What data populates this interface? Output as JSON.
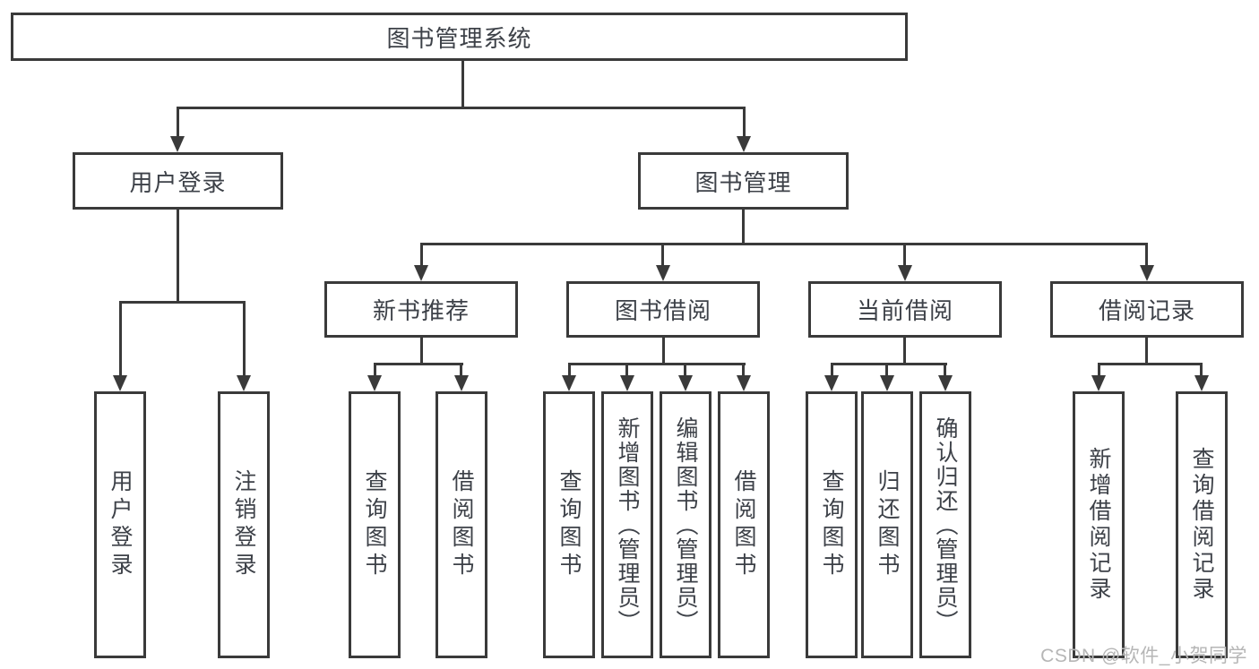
{
  "diagram": {
    "root": {
      "label": "图书管理系统"
    },
    "level2": [
      {
        "id": "user-login",
        "label": "用户登录"
      },
      {
        "id": "book-management",
        "label": "图书管理"
      }
    ],
    "level3": [
      {
        "id": "new-book-recommend",
        "label": "新书推荐",
        "parent": "book-management"
      },
      {
        "id": "book-borrow",
        "label": "图书借阅",
        "parent": "book-management"
      },
      {
        "id": "current-borrow",
        "label": "当前借阅",
        "parent": "book-management"
      },
      {
        "id": "borrow-records",
        "label": "借阅记录",
        "parent": "book-management"
      }
    ],
    "leaves": [
      {
        "id": "leaf-user-login",
        "label": "用户登录",
        "parent": "user-login"
      },
      {
        "id": "leaf-logout",
        "label": "注销登录",
        "parent": "user-login"
      },
      {
        "id": "leaf-query-book-1",
        "label": "查询图书",
        "parent": "new-book-recommend"
      },
      {
        "id": "leaf-borrow-book-1",
        "label": "借阅图书",
        "parent": "new-book-recommend"
      },
      {
        "id": "leaf-query-book-2",
        "label": "查询图书",
        "parent": "book-borrow"
      },
      {
        "id": "leaf-add-book-admin",
        "label": "新增图书（管理员）",
        "parent": "book-borrow"
      },
      {
        "id": "leaf-edit-book-admin",
        "label": "编辑图书（管理员）",
        "parent": "book-borrow"
      },
      {
        "id": "leaf-borrow-book-2",
        "label": "借阅图书",
        "parent": "book-borrow"
      },
      {
        "id": "leaf-query-book-3",
        "label": "查询图书",
        "parent": "current-borrow"
      },
      {
        "id": "leaf-return-book",
        "label": "归还图书",
        "parent": "current-borrow"
      },
      {
        "id": "leaf-confirm-return-admin",
        "label": "确认归还（管理员）",
        "parent": "current-borrow"
      },
      {
        "id": "leaf-add-borrow-record",
        "label": "新增借阅记录",
        "parent": "borrow-records"
      },
      {
        "id": "leaf-query-borrow-record",
        "label": "查询借阅记录",
        "parent": "borrow-records"
      }
    ]
  },
  "watermark": {
    "text": "CSDN @软件_小贺同学"
  },
  "colors": {
    "line": "#3a3a3a",
    "node_text": "#3d4148",
    "watermark": "#b6b6b6",
    "background": "#ffffff"
  }
}
